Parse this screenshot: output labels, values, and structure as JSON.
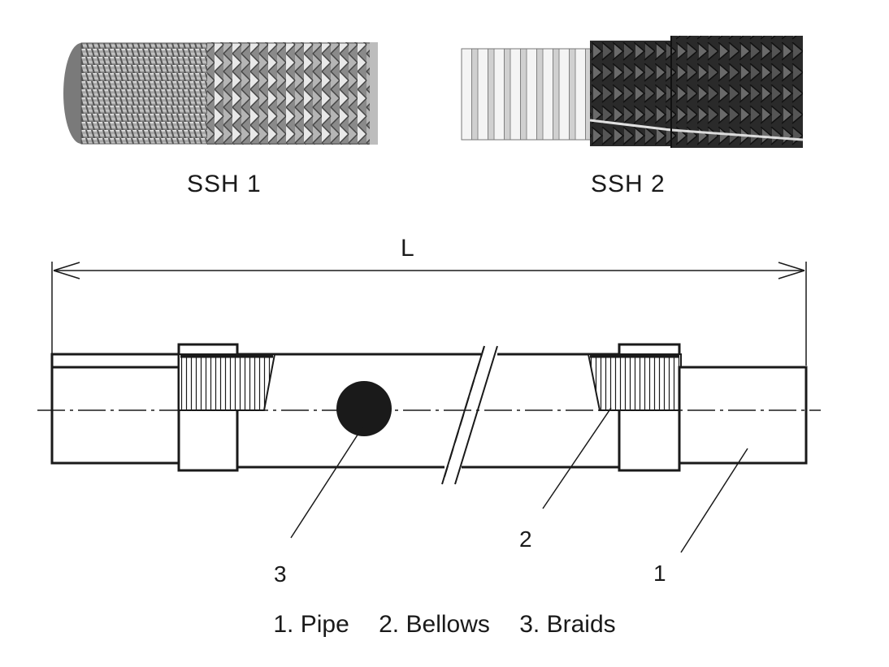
{
  "products": [
    {
      "id": "ssh1",
      "label": "SSH 1"
    },
    {
      "id": "ssh2",
      "label": "SSH 2"
    }
  ],
  "drawing": {
    "length_label": "L",
    "callouts": [
      "1",
      "2",
      "3"
    ]
  },
  "legend": [
    {
      "number": "1.",
      "name": "Pipe"
    },
    {
      "number": "2.",
      "name": "Bellows"
    },
    {
      "number": "3.",
      "name": "Braids"
    }
  ],
  "colors": {
    "line": "#1a1a1a",
    "braid_dark": "#3c3c3c",
    "braid_light": "#d9d9d9",
    "metal_light": "#e4e4e4"
  }
}
